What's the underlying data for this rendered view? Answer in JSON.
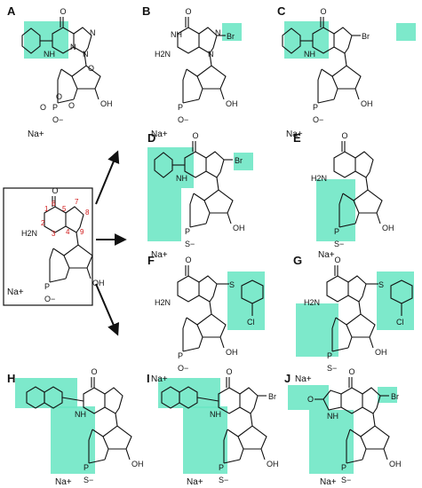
{
  "panels": [
    {
      "id": "A",
      "label": "A",
      "counter_ion": "Na+"
    },
    {
      "id": "B",
      "label": "B",
      "counter_ion": "Na+"
    },
    {
      "id": "C",
      "label": "C",
      "counter_ion": "Na+"
    },
    {
      "id": "D",
      "label": "D",
      "counter_ion": "Na+"
    },
    {
      "id": "E",
      "label": "E",
      "counter_ion": "Na+"
    },
    {
      "id": "F",
      "label": "F",
      "counter_ion": "Na+"
    },
    {
      "id": "G",
      "label": "G",
      "counter_ion": "Na+"
    },
    {
      "id": "H",
      "label": "H",
      "counter_ion": "Na+"
    },
    {
      "id": "I",
      "label": "I",
      "counter_ion": "Na+"
    },
    {
      "id": "J",
      "label": "J",
      "counter_ion": "Na+"
    }
  ],
  "atoms": {
    "oxygen": "O",
    "nitrogen": "N",
    "phosphorus": "P",
    "sulfur": "S",
    "bromo": "Br",
    "chloro": "Cl",
    "amino": "H2N",
    "imino": "NH",
    "hydroxyl": "OH",
    "anion_o": "O−",
    "anion_s": "S−",
    "cation": "Na+"
  },
  "center_numbering": [
    "1",
    "2",
    "3",
    "4",
    "5",
    "6",
    "7",
    "8",
    "9"
  ],
  "colors": {
    "highlight": "#6be6c4",
    "numbering": "#d01818",
    "ink": "#111111"
  }
}
